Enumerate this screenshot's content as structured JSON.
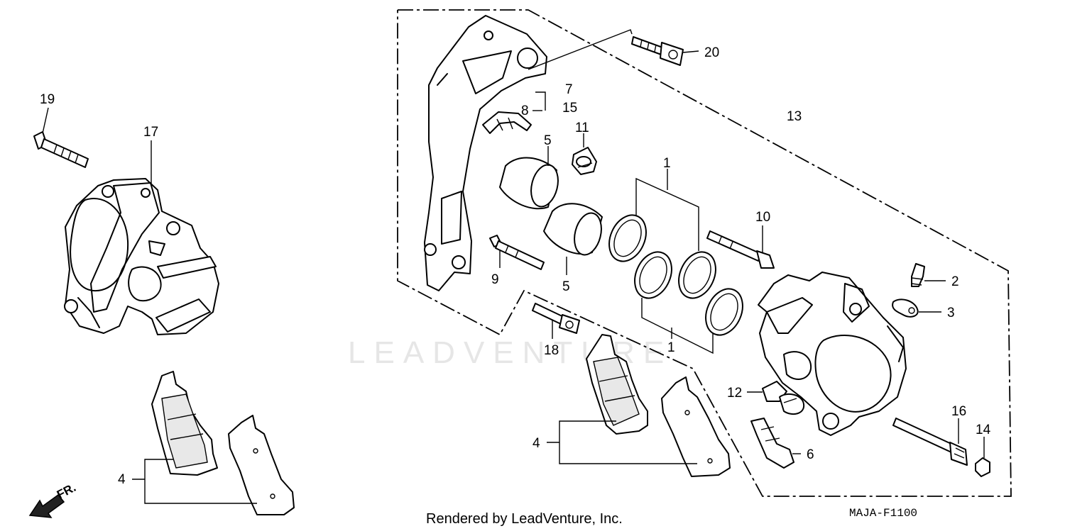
{
  "watermark": "LEADVENTURE",
  "footer": {
    "credit": "Rendered by LeadVenture, Inc.",
    "diagram_code": "MAJA-F1100"
  },
  "direction": {
    "label": "FR."
  },
  "callouts": {
    "c1a": "1",
    "c1b": "1",
    "c2": "2",
    "c3": "3",
    "c4a": "4",
    "c4b": "4",
    "c5a": "5",
    "c5b": "5",
    "c6": "6",
    "c7": "7",
    "c8": "8",
    "c9": "9",
    "c10": "10",
    "c11": "11",
    "c12": "12",
    "c13": "13",
    "c14": "14",
    "c15": "15",
    "c16": "16",
    "c17": "17",
    "c18": "18",
    "c19": "19",
    "c20": "20"
  }
}
